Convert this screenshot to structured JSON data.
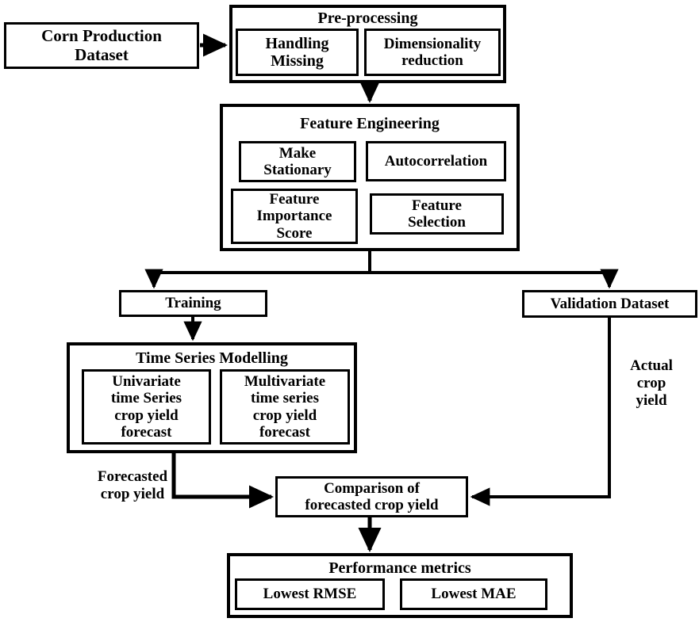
{
  "diagram": {
    "title": "Corn crop yield forecasting pipeline flowchart",
    "colors": {
      "stroke": "#000000",
      "fill": "#ffffff",
      "text": "#000000"
    },
    "nodes": {
      "dataset": {
        "label": "Corn Production\nDataset"
      },
      "preprocessing": {
        "title": "Pre-processing",
        "children": [
          {
            "label": "Handling\nMissing"
          },
          {
            "label": "Dimensionality\nreduction"
          }
        ]
      },
      "feature_engineering": {
        "title": "Feature Engineering",
        "children": [
          {
            "label": "Make\nStationary"
          },
          {
            "label": "Autocorrelation"
          },
          {
            "label": "Feature\nImportance\nScore"
          },
          {
            "label": "Feature\nSelection"
          }
        ]
      },
      "training": {
        "label": "Training"
      },
      "validation": {
        "label": "Validation Dataset"
      },
      "time_series_modelling": {
        "title": "Time Series Modelling",
        "children": [
          {
            "label": "Univariate\ntime Series\ncrop yield\nforecast"
          },
          {
            "label": "Multivariate\ntime series\ncrop yield\nforecast"
          }
        ]
      },
      "comparison": {
        "label": "Comparison of\nforecasted crop yield"
      },
      "performance": {
        "title": "Performance metrics",
        "children": [
          {
            "label": "Lowest RMSE"
          },
          {
            "label": "Lowest MAE"
          }
        ]
      }
    },
    "edge_labels": {
      "forecasted": "Forecasted\ncrop yield",
      "actual": "Actual\ncrop\nyield"
    }
  }
}
